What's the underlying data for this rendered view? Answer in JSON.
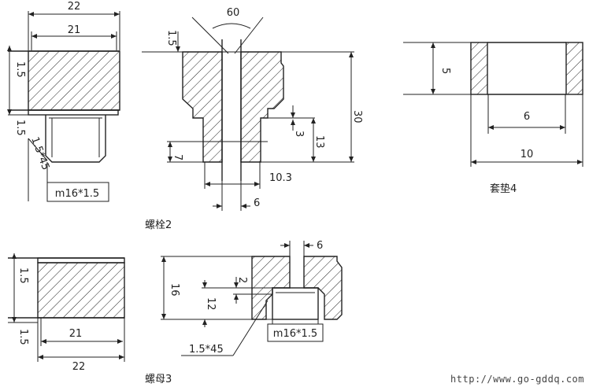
{
  "washer": {
    "caption": "套垫4",
    "dims": {
      "height": "5",
      "inner": "6",
      "outer": "10"
    }
  },
  "bolt": {
    "caption": "螺栓2",
    "dims": {
      "angle": "60",
      "chamfer_top": "1.5",
      "step": "3",
      "lower": "13",
      "total": "30",
      "thread_len": "7",
      "thread_dia": "10.3",
      "bore": "6"
    }
  },
  "part_top_left": {
    "dims": {
      "outer": "22",
      "inner": "21",
      "flange_a": "1.5",
      "flange_b": "1.5",
      "chamfer": "1.5*45",
      "thread": "m16*1.5"
    }
  },
  "nut": {
    "caption": "螺母3",
    "dims": {
      "width": "21",
      "outer": "22",
      "flange_a": "1.5",
      "flange_b": "1.5",
      "chamfer": "1.5*45"
    }
  },
  "nut_section": {
    "dims": {
      "slot": "6",
      "height": "16",
      "gap": "2",
      "depth": "12",
      "thread": "m16*1.5",
      "chamfer": "1.5*45"
    }
  },
  "watermark": "http://www.go-gddq.com"
}
